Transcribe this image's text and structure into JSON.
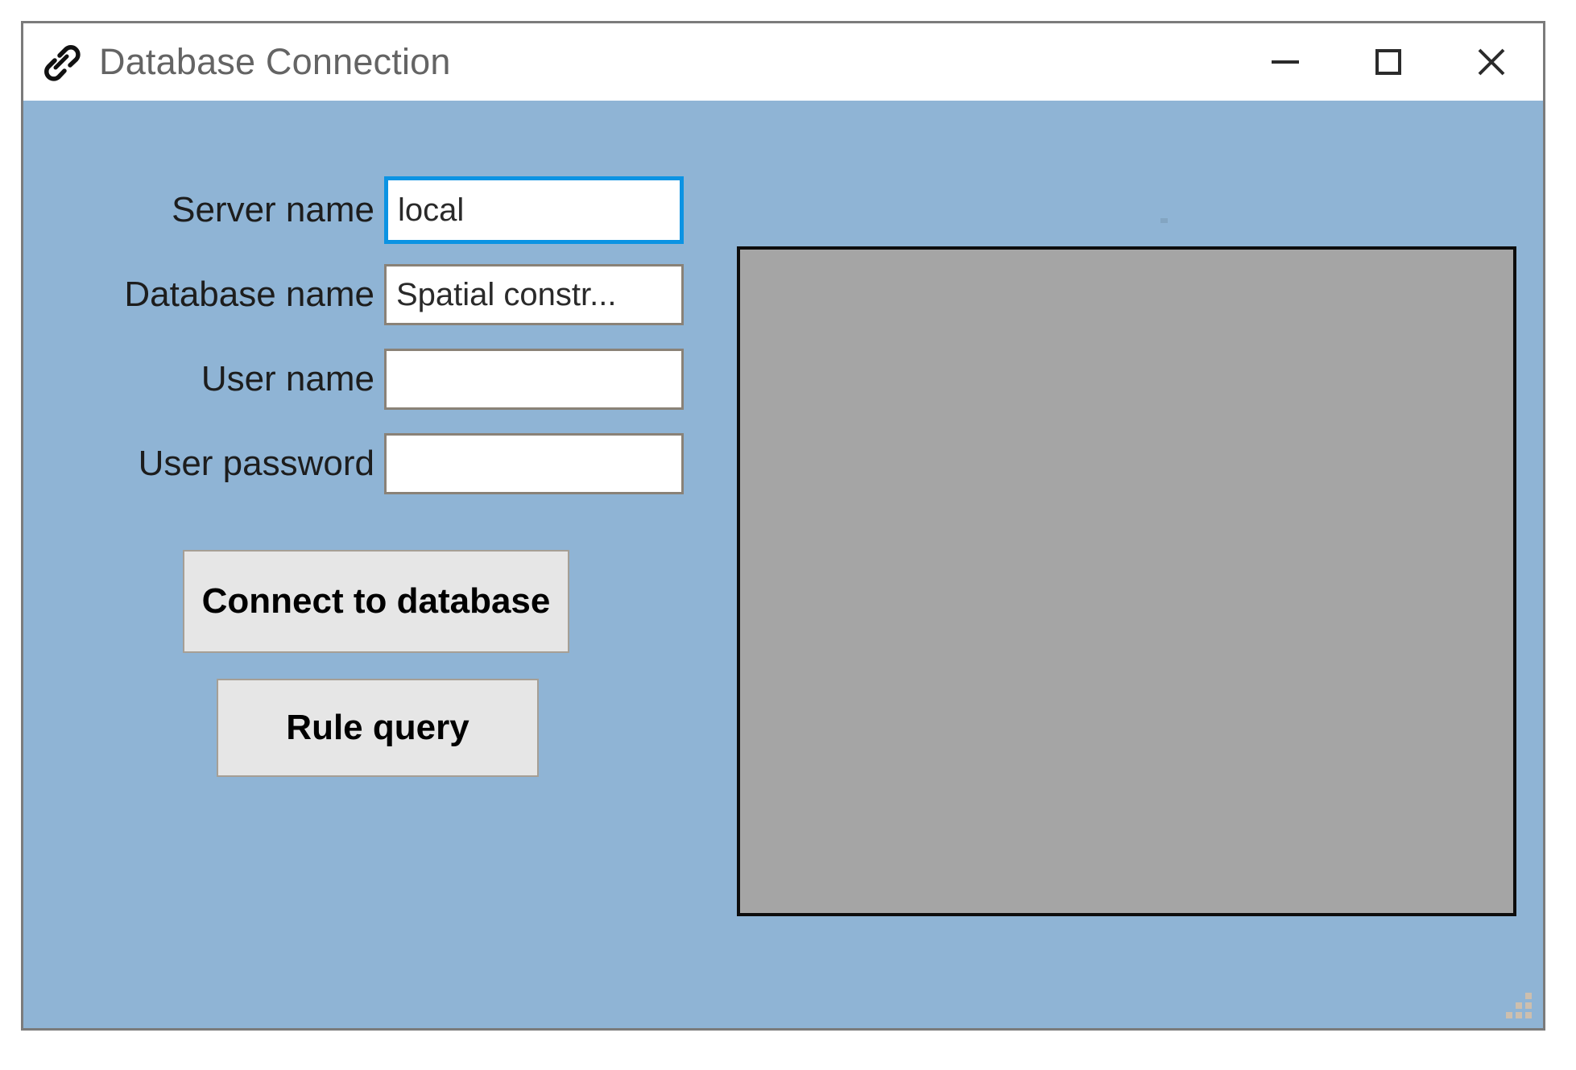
{
  "window": {
    "title": "Database Connection",
    "icon": "link-chain-icon",
    "background_color": "#8fb4d5",
    "titlebar_color": "#ffffff",
    "border_color": "#7b7b7b",
    "controls": {
      "minimize": "minimize-icon",
      "maximize": "maximize-icon",
      "close": "✕"
    }
  },
  "form": {
    "fields": [
      {
        "label": "Server name",
        "value": "local",
        "placeholder": "",
        "focused": true
      },
      {
        "label": "Database name",
        "value": "Spatial constr...",
        "placeholder": "",
        "focused": false
      },
      {
        "label": "User name",
        "value": "",
        "placeholder": "",
        "focused": false
      },
      {
        "label": "User password",
        "value": "",
        "placeholder": "",
        "focused": false
      }
    ],
    "buttons": {
      "connect": "Connect to database",
      "rule_query": "Rule query"
    }
  },
  "display_panel": {
    "content": "",
    "fill_color": "#a5a5a5",
    "border_color": "#0d0d0d"
  },
  "colors": {
    "accent_focus": "#0b93e3",
    "client_background": "#8fb4d5",
    "button_face": "#e6e6e6"
  }
}
